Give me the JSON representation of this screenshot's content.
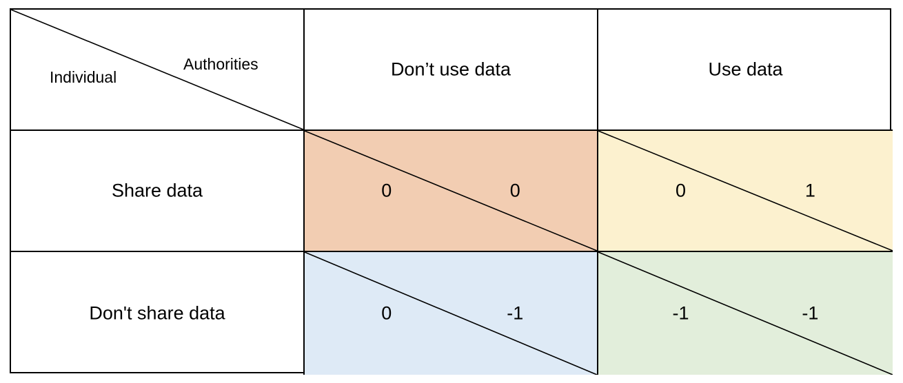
{
  "corner": {
    "column_player": "Authorities",
    "row_player": "Individual"
  },
  "columns": [
    {
      "label": "Don’t use data"
    },
    {
      "label": "Use data"
    }
  ],
  "rows": [
    {
      "label": "Share data",
      "cells": [
        {
          "row_payoff": "0",
          "col_payoff": "0",
          "color": "#f2cdb2"
        },
        {
          "row_payoff": "0",
          "col_payoff": "1",
          "color": "#fcf1cf"
        }
      ]
    },
    {
      "label": "Don't share data",
      "cells": [
        {
          "row_payoff": "0",
          "col_payoff": "-1",
          "color": "#deeaf6"
        },
        {
          "row_payoff": "-1",
          "col_payoff": "-1",
          "color": "#e2eedb"
        }
      ]
    }
  ],
  "colors": {
    "line": "#000000",
    "header_background": "#ffffff"
  }
}
